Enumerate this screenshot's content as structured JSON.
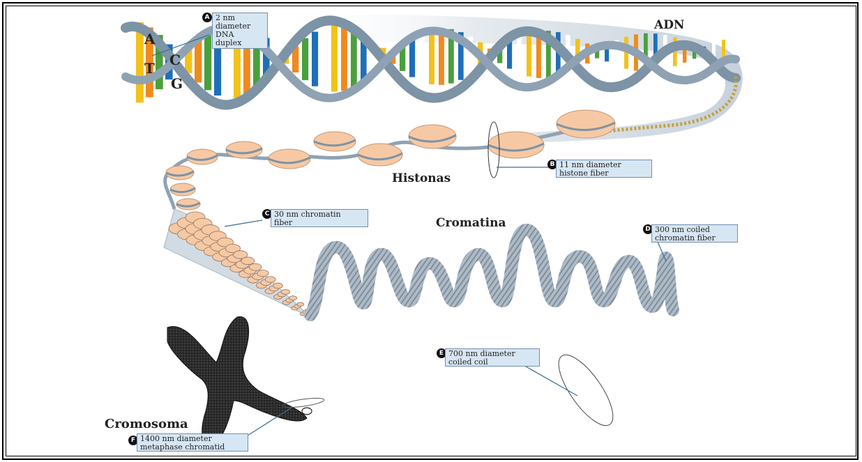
{
  "titles": {
    "adn": "ADN",
    "histonas": "Histonas",
    "cromatina": "Cromatina",
    "cromosoma": "Cromosoma"
  },
  "bases": [
    "A",
    "C",
    "T",
    "G"
  ],
  "callouts": [
    {
      "badge": "A",
      "text": "2 nm\ndiameter\nDNA\nduplex"
    },
    {
      "badge": "B",
      "text": "11 nm diameter\nhistone fiber"
    },
    {
      "badge": "C",
      "text": "30 nm chromatin\nfiber"
    },
    {
      "badge": "D",
      "text": "300 nm coiled\nchromatin fiber"
    },
    {
      "badge": "E",
      "text": "700 nm diameter\ncoiled coil"
    },
    {
      "badge": "F",
      "text": "1400 nm diameter\nmetaphase chromatid"
    }
  ],
  "colors": {
    "helix_backbone": "#7d93a6",
    "base_yellow": "#f2c21b",
    "base_orange": "#f08a1c",
    "base_green": "#4aa03c",
    "base_blue": "#1f6fb8",
    "nucleosome": "#f6c9a4",
    "fiber": "#a9b6c2",
    "chromosome": "#2a2a2a",
    "callout_fill": "#d7e6f3"
  }
}
